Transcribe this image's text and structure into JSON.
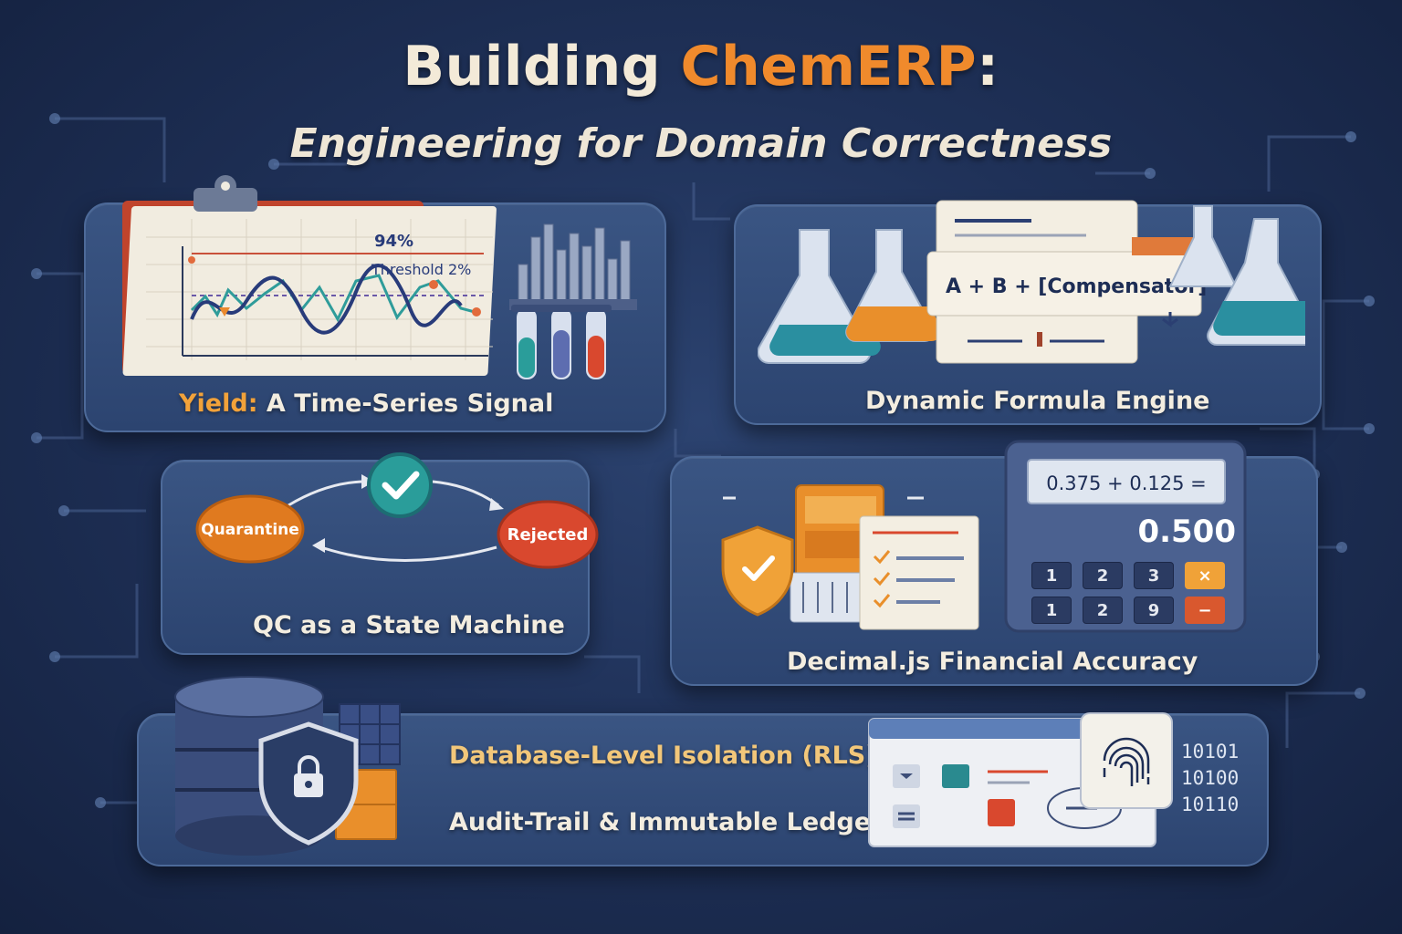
{
  "title": {
    "prefix": "Building",
    "highlight": "ChemERP",
    "suffix": ":",
    "subtitle": "Engineering for Domain Correctness"
  },
  "colors": {
    "background": "#1f3158",
    "accent_orange": "#f08a2c",
    "accent_teal": "#2a9d9a",
    "state_red": "#d9482e",
    "panel": "#34507c"
  },
  "panels": {
    "yield": {
      "label_accent": "Yield:",
      "label_rest": " A Time-Series Signal",
      "chart_value": "94%",
      "chart_threshold": "Threshold 2%",
      "icons": [
        "clipboard-icon",
        "bar-chart-icon",
        "test-tube-icon"
      ]
    },
    "formula": {
      "label": "Dynamic Formula Engine",
      "formula": "A + B + [Compensator]",
      "icons": [
        "flask-icon",
        "document-icon"
      ]
    },
    "qc": {
      "label": "QC as a State Machine",
      "states": [
        "Quarantine",
        "Rejected"
      ],
      "icons": [
        "checkmark-icon",
        "arrow-icon"
      ]
    },
    "decimal": {
      "label": "Decimal.js Financial Accuracy",
      "expression": "0.375 + 0.125 =",
      "result": "0.500",
      "keys_row1": [
        "1",
        "2",
        "3",
        "×"
      ],
      "keys_row2": [
        "1",
        "2",
        "9",
        "−"
      ],
      "icons": [
        "shield-check-icon",
        "checklist-icon",
        "calculator-icon"
      ]
    },
    "database": {
      "label_rls": "Database-Level Isolation (RLS)",
      "label_audit": "Audit-Trail & Immutable Ledger",
      "binary": [
        "10101",
        "10100",
        "10110"
      ],
      "icons": [
        "database-icon",
        "lock-shield-icon",
        "fingerprint-icon"
      ]
    }
  }
}
